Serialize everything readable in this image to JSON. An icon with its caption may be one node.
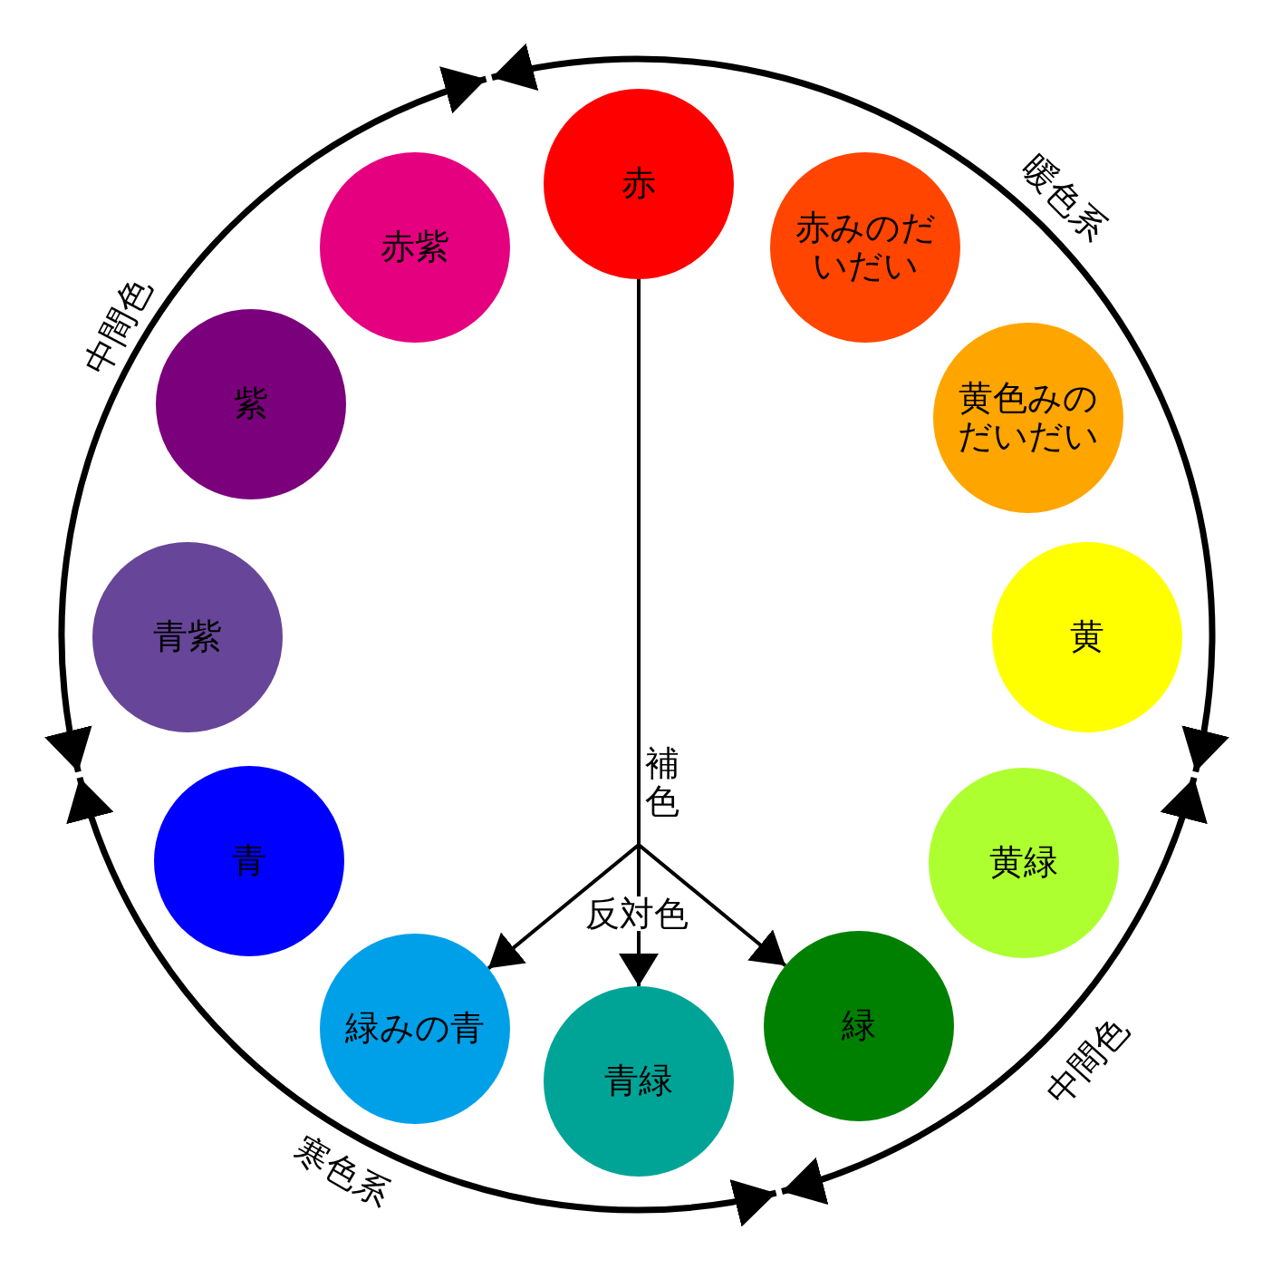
{
  "diagram": {
    "nodes": [
      {
        "text": [
          "赤"
        ]
      },
      {
        "text": [
          "赤みのだいだい"
        ]
      },
      {
        "text": [
          "黄色みのだいだい"
        ]
      },
      {
        "text": [
          "黄"
        ]
      },
      {
        "text": [
          "黄緑"
        ]
      },
      {
        "text": [
          "緑"
        ]
      },
      {
        "text": [
          "青緑"
        ]
      },
      {
        "text": [
          "緑みの青"
        ]
      },
      {
        "text": [
          "青"
        ]
      },
      {
        "text": [
          "青紫"
        ]
      },
      {
        "text": [
          "紫"
        ]
      },
      {
        "text": [
          "赤紫"
        ]
      }
    ],
    "edges": [
      {
        "from": 0,
        "to": 6,
        "arrow": "to",
        "label": "補色"
      },
      {
        "from": 0,
        "to": 7,
        "arrow": "to"
      },
      {
        "from": 0,
        "to": 5,
        "arrow": "to"
      }
    ],
    "labels": [
      "暖色系",
      "中間色",
      "寒色系",
      "中間色",
      "反対色"
    ]
  }
}
